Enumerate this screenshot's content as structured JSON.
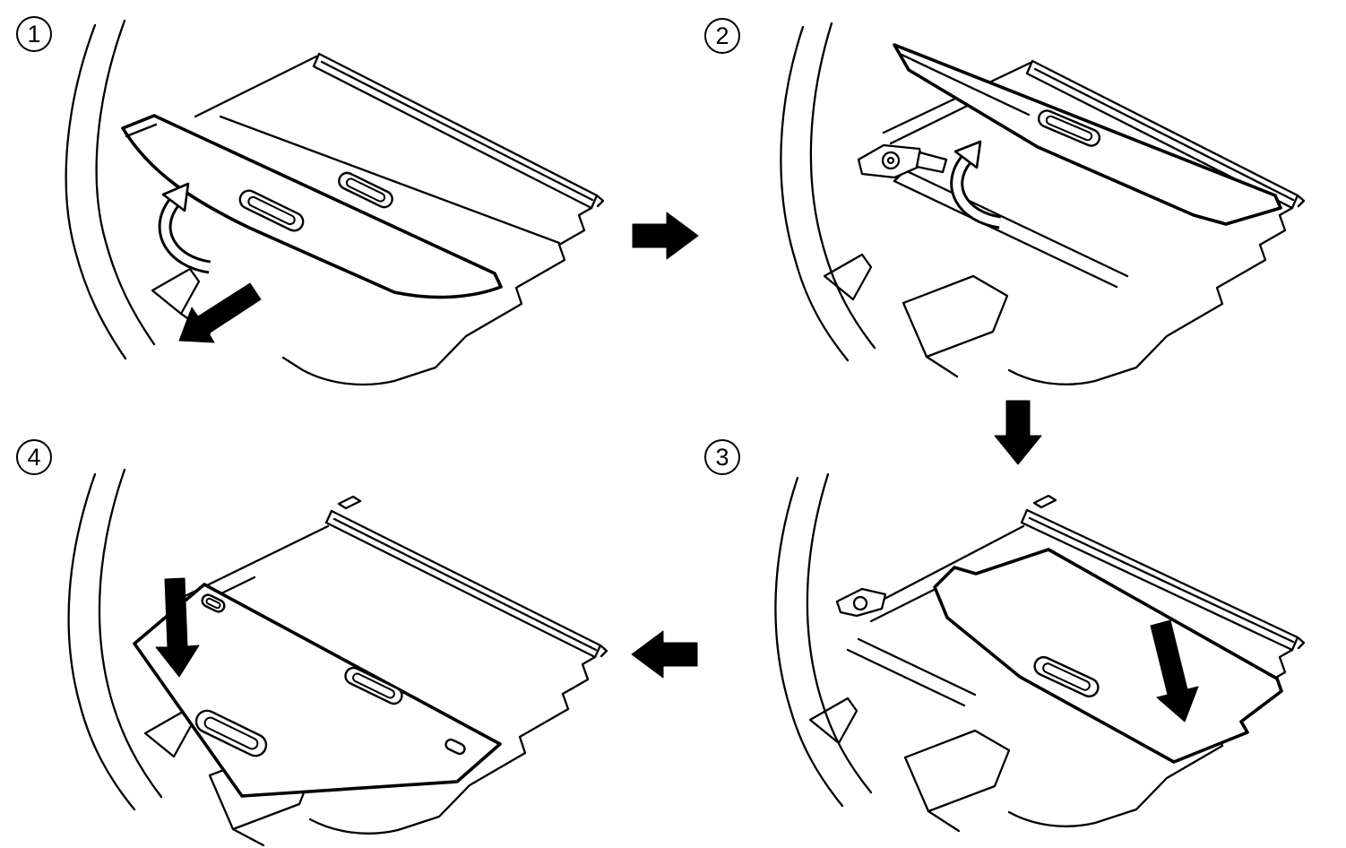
{
  "diagram": {
    "background_color": "#ffffff",
    "line_color": "#000000",
    "steps": [
      {
        "number": "1",
        "icons": [
          "rotate-lift-arrow",
          "pull-out-arrow-southwest"
        ]
      },
      {
        "number": "2",
        "icons": [
          "rotate-lift-arrow"
        ]
      },
      {
        "number": "3",
        "icons": [
          "press-down-arrow"
        ]
      },
      {
        "number": "4",
        "icons": [
          "press-down-arrow"
        ]
      }
    ],
    "flow_arrows": [
      {
        "from": "1",
        "to": "2",
        "direction": "right"
      },
      {
        "from": "2",
        "to": "3",
        "direction": "down"
      },
      {
        "from": "3",
        "to": "4",
        "direction": "left"
      }
    ]
  }
}
